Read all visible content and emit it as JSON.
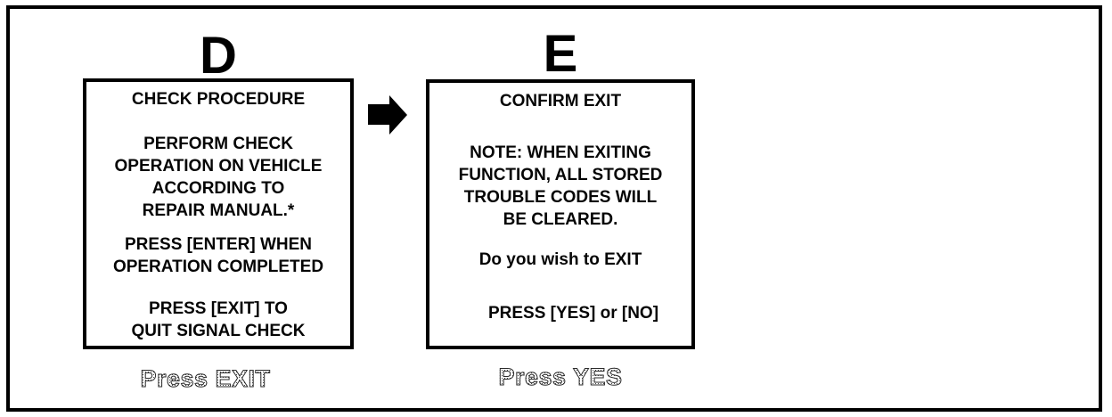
{
  "palette": {
    "ink": "#000000",
    "background": "#ffffff",
    "caption_tone": "halftone-gray"
  },
  "screens": [
    {
      "label": "D",
      "caption": "Press EXIT",
      "groups": [
        {
          "lines": [
            "CHECK PROCEDURE"
          ]
        },
        {
          "lines": [
            "PERFORM CHECK",
            "OPERATION ON VEHICLE",
            "ACCORDING TO",
            "REPAIR MANUAL.*"
          ]
        },
        {
          "lines": [
            "PRESS [ENTER] WHEN",
            "OPERATION COMPLETED"
          ]
        },
        {
          "lines": [
            "PRESS [EXIT] TO",
            "QUIT SIGNAL CHECK"
          ]
        }
      ]
    },
    {
      "label": "E",
      "caption": "Press YES",
      "groups": [
        {
          "lines": [
            "CONFIRM EXIT"
          ]
        },
        {
          "lines": [
            "NOTE: WHEN EXITING",
            "FUNCTION, ALL STORED",
            "TROUBLE CODES WILL",
            "BE CLEARED."
          ]
        },
        {
          "lines": [
            "Do you wish to EXIT"
          ]
        },
        {
          "lines": [
            "PRESS [YES] or [NO]"
          ]
        }
      ]
    }
  ],
  "arrow": {
    "icon": "right-block-arrow",
    "color": "#000000"
  }
}
